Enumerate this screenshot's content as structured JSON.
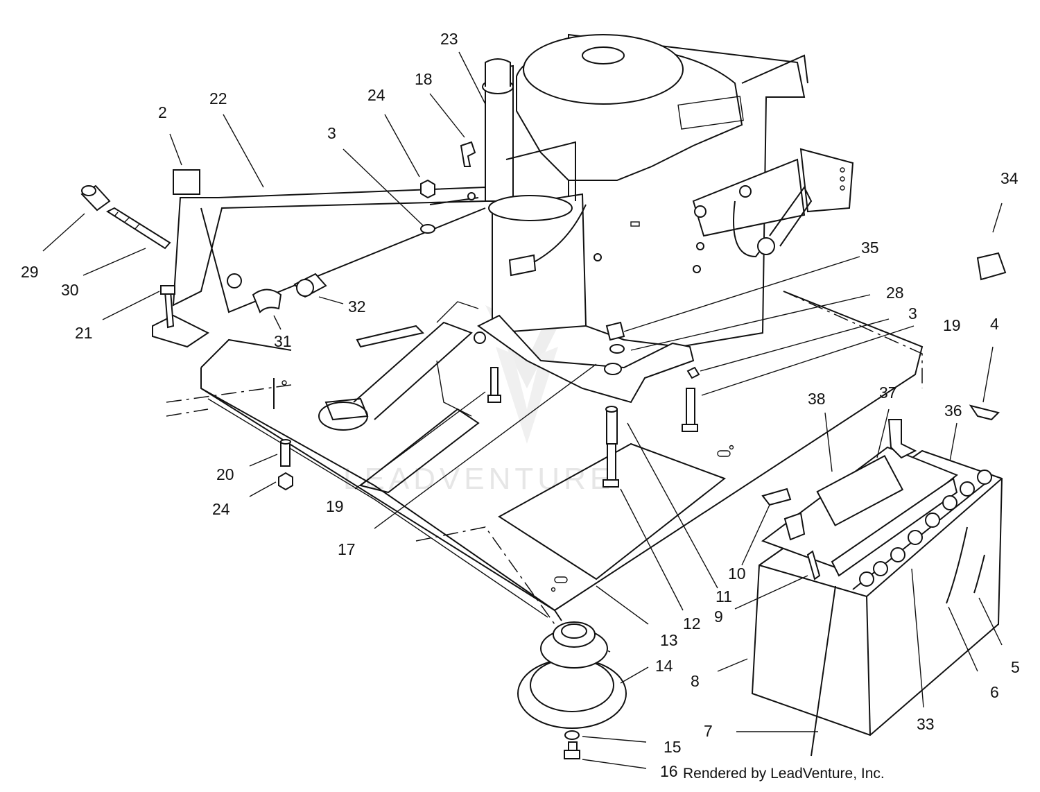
{
  "diagram": {
    "callouts": [
      "2",
      "22",
      "29",
      "30",
      "21",
      "31",
      "32",
      "3",
      "24",
      "18",
      "23",
      "35",
      "28",
      "3",
      "19",
      "4",
      "34",
      "20",
      "24",
      "19",
      "17",
      "38",
      "37",
      "36",
      "10",
      "9",
      "11",
      "12",
      "13",
      "14",
      "8",
      "7",
      "15",
      "16",
      "33",
      "6",
      "5"
    ],
    "credit": "Rendered by LeadVenture, Inc.",
    "watermark": "LEADVENTURE"
  }
}
